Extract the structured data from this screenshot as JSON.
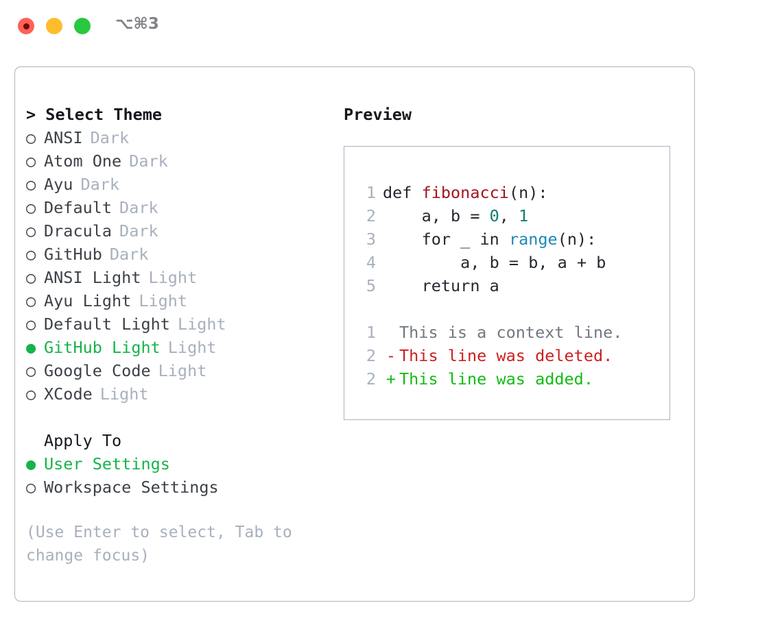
{
  "window": {
    "title": "⌥⌘3",
    "traffic_lights": [
      "close-red",
      "minimize-yellow",
      "maximize-green"
    ]
  },
  "theme_picker": {
    "header": "> Select Theme",
    "items": [
      {
        "label": "ANSI",
        "tag": "Dark",
        "selected": false,
        "bullet": "○"
      },
      {
        "label": "Atom One",
        "tag": "Dark",
        "selected": false,
        "bullet": "○"
      },
      {
        "label": "Ayu",
        "tag": "Dark",
        "selected": false,
        "bullet": "○"
      },
      {
        "label": "Default",
        "tag": "Dark",
        "selected": false,
        "bullet": "○"
      },
      {
        "label": "Dracula",
        "tag": "Dark",
        "selected": false,
        "bullet": "○"
      },
      {
        "label": "GitHub",
        "tag": "Dark",
        "selected": false,
        "bullet": "○"
      },
      {
        "label": "ANSI Light",
        "tag": "Light",
        "selected": false,
        "bullet": "○"
      },
      {
        "label": "Ayu Light",
        "tag": "Light",
        "selected": false,
        "bullet": "○"
      },
      {
        "label": "Default Light",
        "tag": "Light",
        "selected": false,
        "bullet": "○"
      },
      {
        "label": "GitHub Light",
        "tag": "Light",
        "selected": true,
        "bullet": "●"
      },
      {
        "label": "Google Code",
        "tag": "Light",
        "selected": false,
        "bullet": "○"
      },
      {
        "label": "XCode",
        "tag": "Light",
        "selected": false,
        "bullet": "○"
      }
    ]
  },
  "apply_to": {
    "header": "Apply To",
    "items": [
      {
        "label": "User Settings",
        "selected": true,
        "bullet": "●"
      },
      {
        "label": "Workspace Settings",
        "selected": false,
        "bullet": "○"
      }
    ]
  },
  "hint": "(Use Enter to select, Tab to change focus)",
  "preview": {
    "header": "Preview",
    "code_lines": [
      {
        "num": "1",
        "parts": [
          {
            "text": "def ",
            "style": "plain"
          },
          {
            "text": "fibonacci",
            "style": "fn"
          },
          {
            "text": "(n):",
            "style": "plain"
          }
        ]
      },
      {
        "num": "2",
        "parts": [
          {
            "text": "    a, b = ",
            "style": "plain"
          },
          {
            "text": "0",
            "style": "num"
          },
          {
            "text": ", ",
            "style": "plain"
          },
          {
            "text": "1",
            "style": "num"
          }
        ]
      },
      {
        "num": "3",
        "parts": [
          {
            "text": "    for _ in ",
            "style": "plain"
          },
          {
            "text": "range",
            "style": "call"
          },
          {
            "text": "(n):",
            "style": "plain"
          }
        ]
      },
      {
        "num": "4",
        "parts": [
          {
            "text": "        a, b = b, a + b",
            "style": "plain"
          }
        ]
      },
      {
        "num": "5",
        "parts": [
          {
            "text": "    return a",
            "style": "plain"
          }
        ]
      }
    ],
    "diff_lines": [
      {
        "num": "1",
        "mark": " ",
        "text": "This is a context line.",
        "kind": "ctx"
      },
      {
        "num": "2",
        "mark": "-",
        "text": "This line was deleted.",
        "kind": "del"
      },
      {
        "num": "2",
        "mark": "+",
        "text": "This line was added.",
        "kind": "add"
      }
    ]
  },
  "colors": {
    "accent_green": "#16b34a",
    "muted": "#a8b0bd",
    "text": "#3d4148",
    "border": "#aab2c0",
    "diff_add": "#12bb12",
    "diff_del": "#cc1f1f",
    "syntax_fn": "#a2151f",
    "syntax_num": "#0e7c72",
    "syntax_call": "#1f87b8"
  }
}
